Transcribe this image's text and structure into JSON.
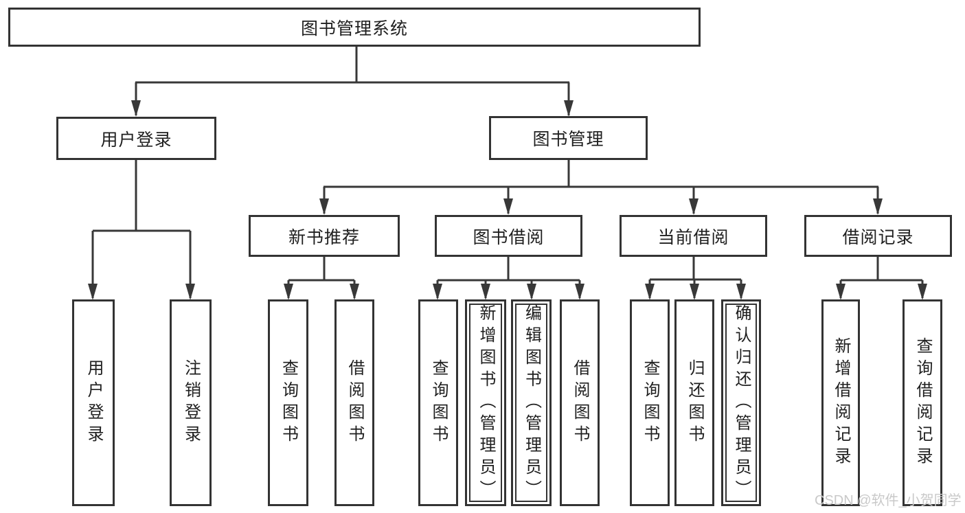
{
  "colors": {
    "line": "#383838",
    "box_border": "#333333",
    "box_bg": "#ffffff",
    "text": "#1f1f1f",
    "watermark": "#c9c9c9",
    "page_bg": "#ffffff"
  },
  "root": {
    "label": "图书管理系统"
  },
  "branches": [
    {
      "label": "用户登录",
      "children": [
        {
          "label": "用户登录"
        },
        {
          "label": "注销登录"
        }
      ]
    },
    {
      "label": "图书管理",
      "children": [
        {
          "label": "新书推荐",
          "children": [
            {
              "label": "查询图书"
            },
            {
              "label": "借阅图书"
            }
          ]
        },
        {
          "label": "图书借阅",
          "children": [
            {
              "label": "查询图书"
            },
            {
              "label": "新增图书（管理员）"
            },
            {
              "label": "编辑图书（管理员）"
            },
            {
              "label": "借阅图书"
            }
          ]
        },
        {
          "label": "当前借阅",
          "children": [
            {
              "label": "查询图书"
            },
            {
              "label": "归还图书"
            },
            {
              "label": "确认归还（管理员）"
            }
          ]
        },
        {
          "label": "借阅记录",
          "children": [
            {
              "label": "新增借阅记录"
            },
            {
              "label": "查询借阅记录"
            }
          ]
        }
      ]
    }
  ],
  "watermark": {
    "text": "CSDN @软件_小贺同学"
  }
}
